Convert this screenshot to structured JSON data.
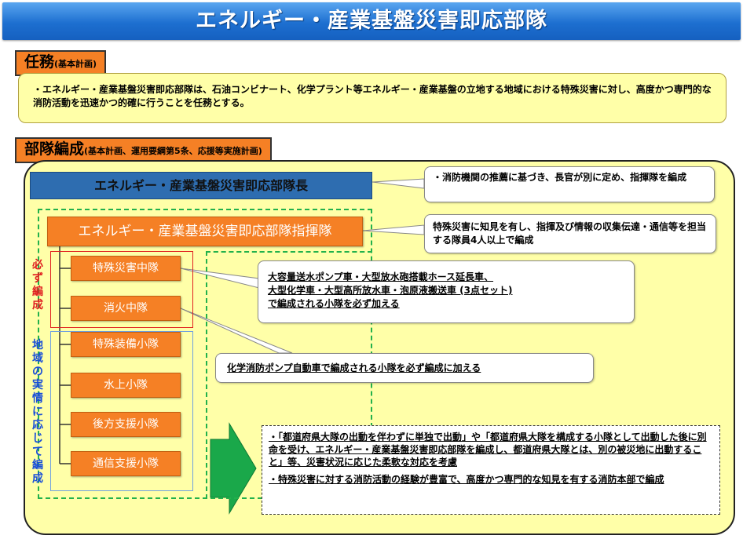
{
  "title": "エネルギー・産業基盤災害即応部隊",
  "mission": {
    "heading": "任務",
    "heading_sub": "(基本計画)",
    "text": "・エネルギー・産業基盤災害即応部隊は、石油コンビナート、化学プラント等エネルギー・産業基盤の立地する地域における特殊災害に対し、高度かつ専門的な消防活動を迅速かつ的確に行うことを任務とする。"
  },
  "organization": {
    "heading": "部隊編成",
    "heading_sub": "(基本計画、運用要綱第5条、応援等実施計画)",
    "leader": "エネルギー・産業基盤災害即応部隊長",
    "leader_note": "・消防機関の推薦に基づき、長官が別に定め、指揮隊を編成",
    "command": "エネルギー・産業基盤災害即応部隊指揮隊",
    "command_note": "特殊災害に知見を有し、指揮及び情報の収集伝達・通信等を担当する隊員4人以上で編成",
    "mandatory_label": "必ず編成",
    "local_label": "地域の実情に応じて編成",
    "units": [
      "特殊災害中隊",
      "消火中隊",
      "特殊装備小隊",
      "水上小隊",
      "後方支援小隊",
      "通信支援小隊"
    ],
    "special_note_lines": [
      "大容量送水ポンプ車・大型放水砲搭載ホース延長車、",
      "大型化学車・大型高所放水車・泡原液搬送車 (3点セット)",
      "で編成される小隊を必ず加える"
    ],
    "fire_note": "化学消防ポンプ自動車で編成される小隊を必ず編成に加える",
    "bottom_note_1": "・「都道府県大隊の出動を伴わずに単独で出動」や「都道府県大隊を構成する小隊として出動した後に別命を受け、エネルギー・産業基盤災害即応部隊を編成し、都道府県大隊とは、別の被災地に出動すること」等、災害状況に応じた柔軟な対応を考慮",
    "bottom_note_2": "・特殊災害に対する消防活動の経験が豊富で、高度かつ専門的な知見を有する消防本部で編成"
  },
  "colors": {
    "title_blue": "#1d6fd0",
    "orange": "#f58025",
    "leader_blue": "#2e6db0",
    "panel_yellow": "#ffffa8",
    "dash_green": "#22b14c",
    "mandatory_red": "#e02020",
    "local_blue": "#1a4fd8",
    "arrow_green": "#1aa84a"
  }
}
